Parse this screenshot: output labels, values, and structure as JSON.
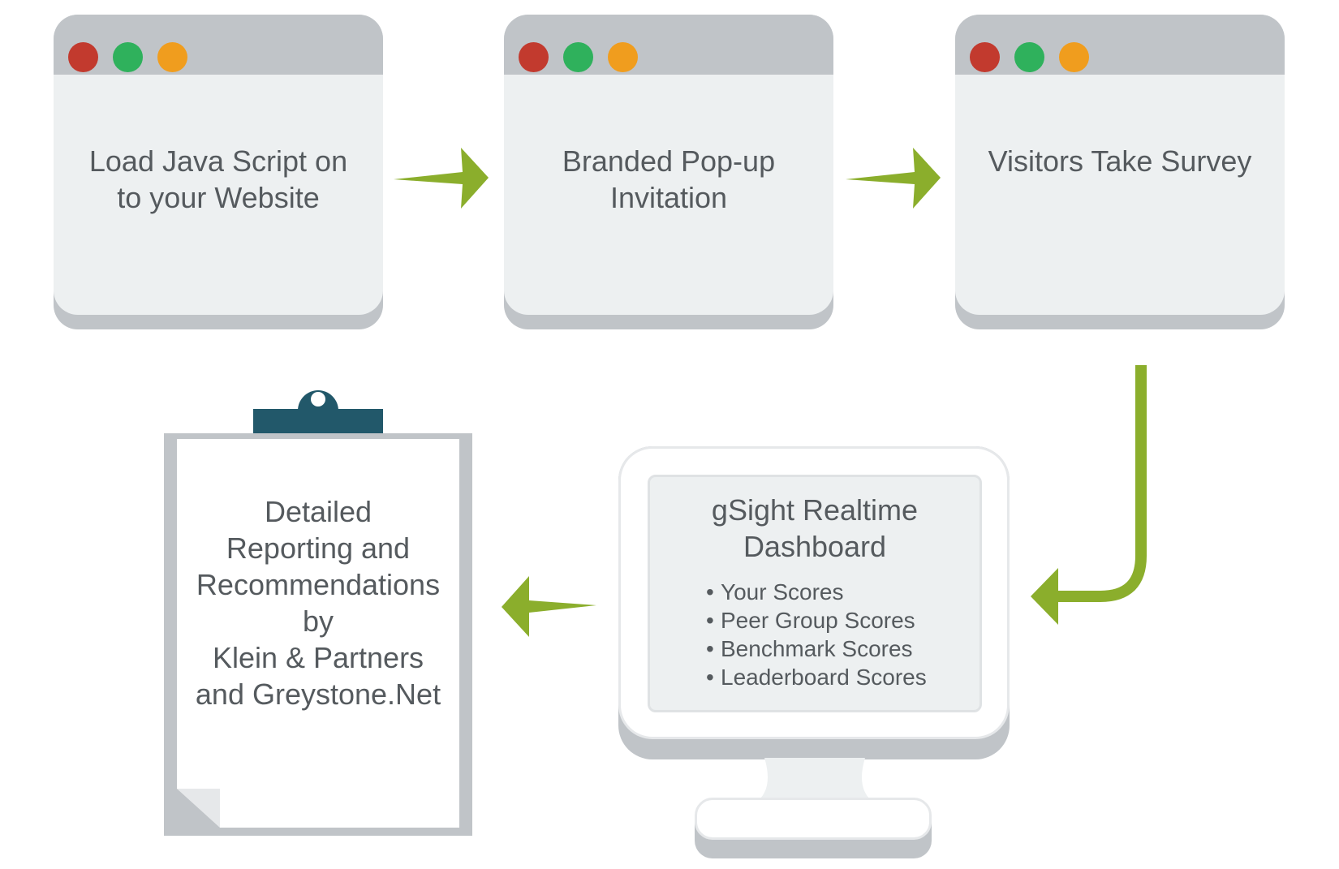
{
  "colors": {
    "window_chrome": "#c0c4c8",
    "card_body": "#edf0f1",
    "dot_red": "#c23a2e",
    "dot_green": "#2fb15c",
    "dot_orange": "#f09d1e",
    "arrow_green": "#8bae2c",
    "clip_teal": "#22586a",
    "text": "#555a5e"
  },
  "steps": [
    {
      "label_line1": "Load Java Script on",
      "label_line2": "to your Website"
    },
    {
      "label_line1": "Branded Pop-up",
      "label_line2": "Invitation"
    },
    {
      "label_line1": "Visitors Take Survey",
      "label_line2": ""
    }
  ],
  "dashboard": {
    "title_line1": "gSight Realtime",
    "title_line2": "Dashboard",
    "items": [
      "Your Scores",
      "Peer Group Scores",
      "Benchmark Scores",
      "Leaderboard Scores"
    ]
  },
  "report": {
    "lines": [
      "Detailed",
      "Reporting and",
      "Recommendations",
      "by",
      "Klein & Partners",
      "and Greystone.Net"
    ]
  }
}
